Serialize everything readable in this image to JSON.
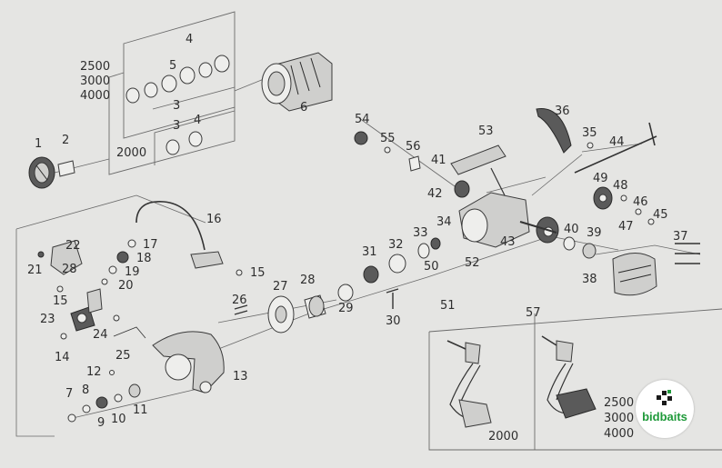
{
  "parts": {
    "p1": "1",
    "p2": "2",
    "p3a": "3",
    "p3b": "3",
    "p4a": "4",
    "p4b": "4",
    "p5": "5",
    "p6": "6",
    "p7": "7",
    "p8": "8",
    "p9": "9",
    "p10": "10",
    "p11": "11",
    "p12": "12",
    "p13": "13",
    "p14": "14",
    "p15a": "15",
    "p15b": "15",
    "p16": "16",
    "p17": "17",
    "p18": "18",
    "p19": "19",
    "p20": "20",
    "p21": "21",
    "p22": "22",
    "p23": "23",
    "p24": "24",
    "p25": "25",
    "p26": "26",
    "p27": "27",
    "p28a": "28",
    "p28b": "28",
    "p29": "29",
    "p30": "30",
    "p31": "31",
    "p32": "32",
    "p33": "33",
    "p34": "34",
    "p35": "35",
    "p36": "36",
    "p37": "37",
    "p38": "38",
    "p39": "39",
    "p40": "40",
    "p41": "41",
    "p42": "42",
    "p43": "43",
    "p44": "44",
    "p45": "45",
    "p46": "46",
    "p47": "47",
    "p48": "48",
    "p49": "49",
    "p50": "50",
    "p51": "51",
    "p52": "52",
    "p53": "53",
    "p54": "54",
    "p55": "55",
    "p56": "56",
    "p57": "57"
  },
  "sizes": {
    "top_group": [
      "2500",
      "3000",
      "4000"
    ],
    "lower_group": "2000",
    "handle_left": "2000",
    "handle_right": [
      "2500",
      "3000",
      "4000"
    ]
  },
  "logo": {
    "text": "bidbaits",
    "icon": "bidbaits-logo-icon"
  }
}
